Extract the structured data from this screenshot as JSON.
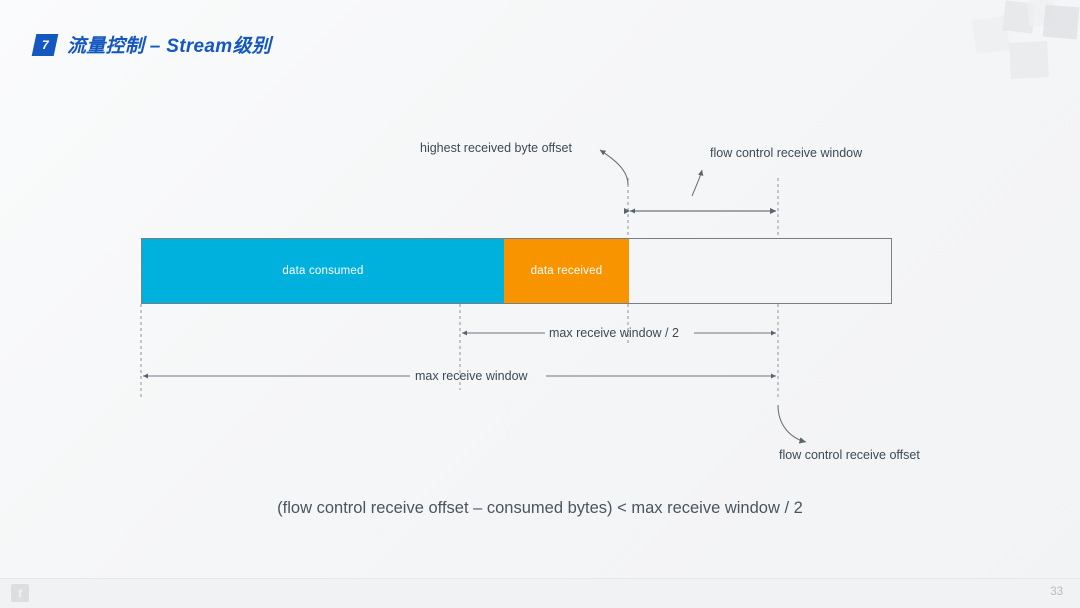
{
  "header": {
    "badge_number": "7",
    "title": "流量控制 – Stream级别",
    "accent_color": "#1557c0"
  },
  "diagram": {
    "bar": {
      "segments": [
        {
          "label": "data consumed",
          "color": "#00b0dd"
        },
        {
          "label": "data received",
          "color": "#f79400"
        },
        {
          "label": "",
          "color": "#f4f5f6"
        }
      ],
      "border_color": "#767f86"
    },
    "annotations": {
      "highest_received_byte_offset": "highest received byte offset",
      "flow_control_receive_window": "flow control receive window",
      "max_receive_window_half": "max receive window / 2",
      "max_receive_window": "max receive window",
      "flow_control_receive_offset": "flow control receive offset"
    }
  },
  "formula": "(flow control receive offset – consumed bytes) < max receive window / 2",
  "footer": {
    "logo": "brand-logo-icon",
    "page_number": "33"
  }
}
